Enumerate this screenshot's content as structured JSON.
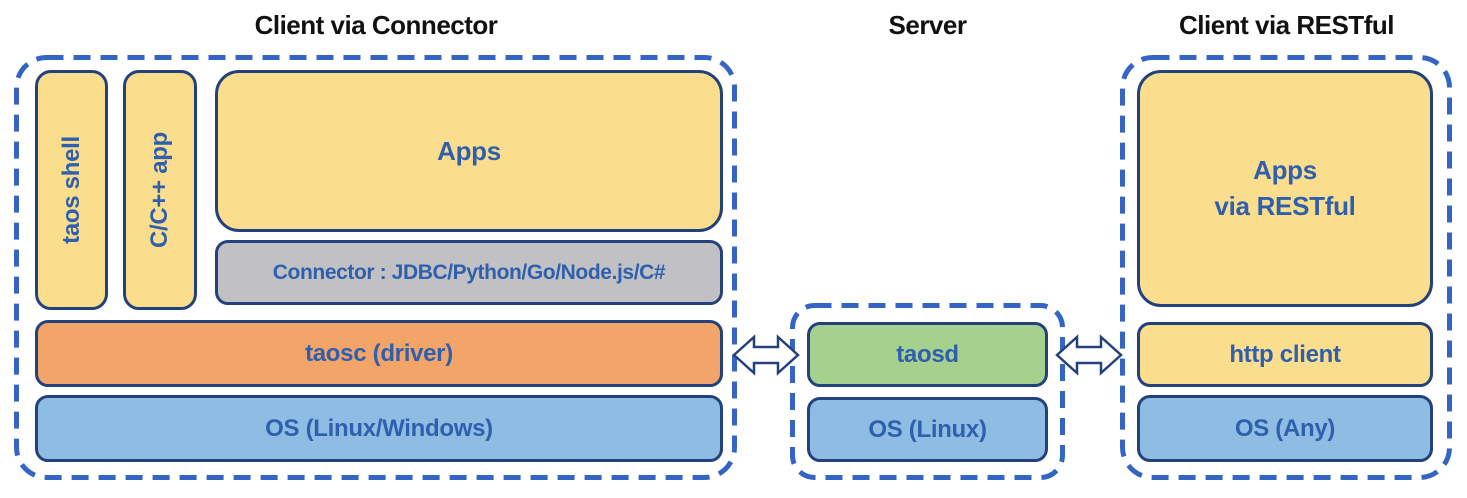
{
  "titles": {
    "left": "Client via Connector",
    "center": "Server",
    "right": "Client via RESTful"
  },
  "client_connector_group": {
    "taos_shell": "taos shell",
    "cpp_app": "C/C++ app",
    "apps": "Apps",
    "connector": "Connector : JDBC/Python/Go/Node.js/C#",
    "taosc": "taosc (driver)",
    "os": "OS (Linux/Windows)"
  },
  "server_group": {
    "taosd": "taosd",
    "os": "OS (Linux)"
  },
  "client_restful_group": {
    "apps": "Apps\nvia RESTful",
    "http_client": "http client",
    "os": "OS (Any)"
  },
  "icons": {
    "left_arrow": "double-headed-arrow",
    "right_arrow": "double-headed-arrow"
  },
  "colors": {
    "yellow": "#fbde8d",
    "orange": "#f2a469",
    "blue_box": "#8fbce3",
    "green": "#a5d08d",
    "gray": "#c1c1c3",
    "box_border": "#23417b",
    "dash_blue": "#3465c4",
    "text_blue": "#2f5fad",
    "title_black": "#111111"
  }
}
